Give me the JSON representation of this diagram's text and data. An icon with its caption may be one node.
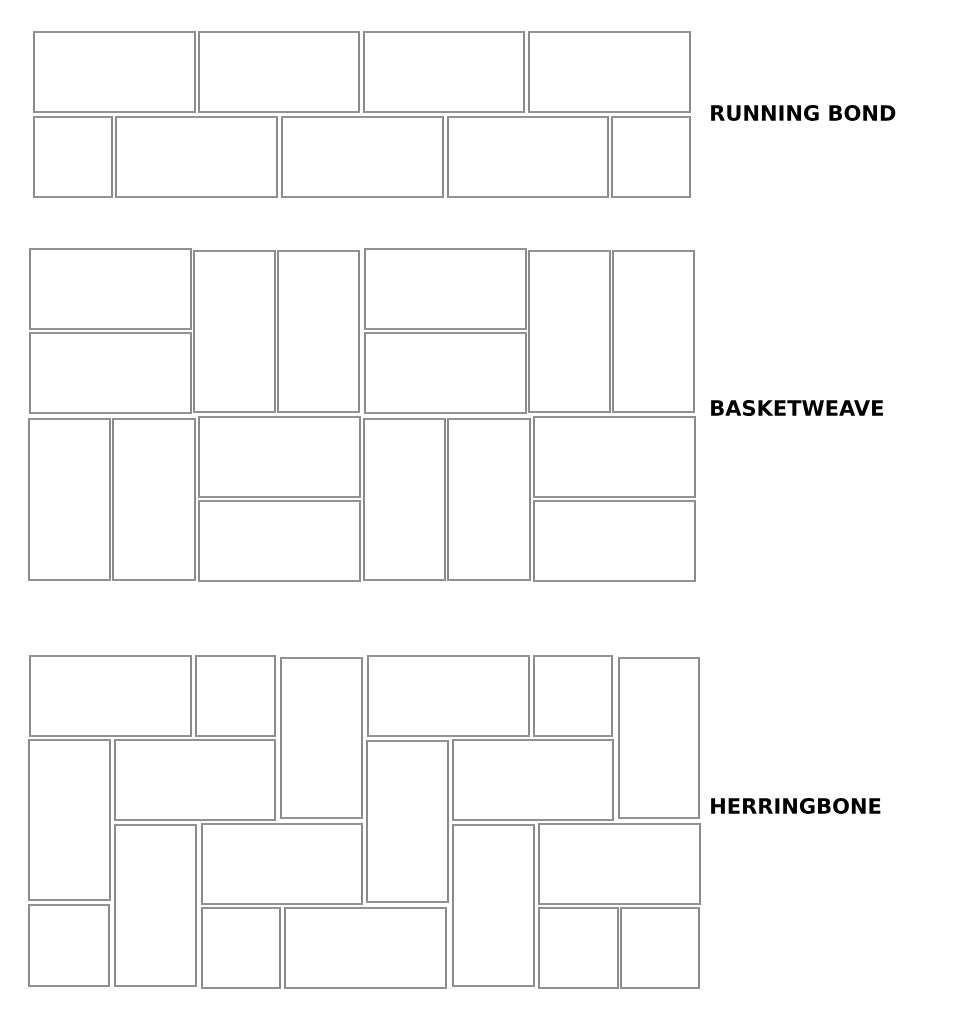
{
  "diagram": {
    "labels": [
      "RUNNING BOND",
      "BASKETWEAVE",
      "HERRINGBONE"
    ]
  }
}
